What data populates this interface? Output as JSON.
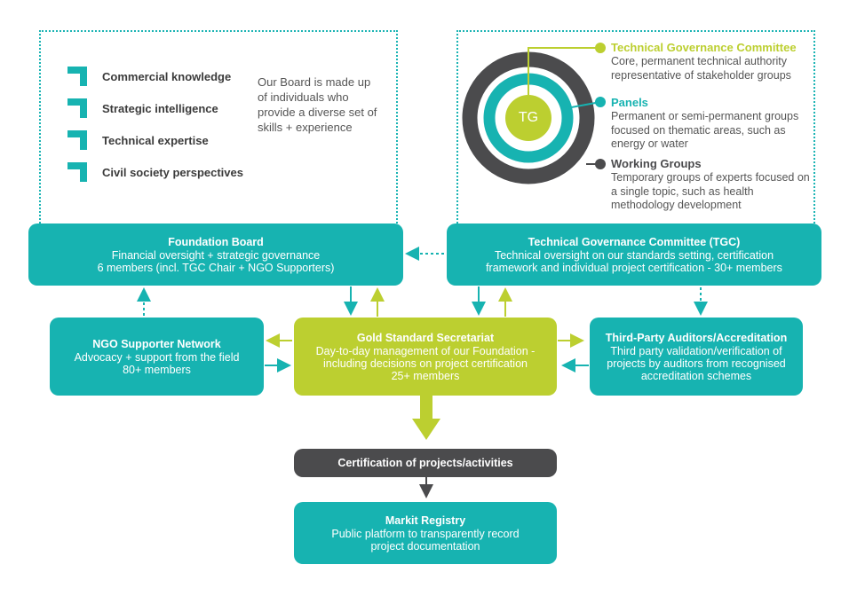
{
  "board_panel": {
    "skills": [
      {
        "label": "Commercial knowledge",
        "icon": "corner-bracket-icon"
      },
      {
        "label": "Strategic intelligence",
        "icon": "corner-bracket-icon"
      },
      {
        "label": "Technical expertise",
        "icon": "corner-bracket-icon"
      },
      {
        "label": "Civil society perspectives",
        "icon": "corner-bracket-icon"
      }
    ],
    "description": "Our Board is made up of individuals who provide a diverse set of skills + experience"
  },
  "tgc_panel": {
    "circle_label": "TG",
    "items": [
      {
        "title": "Technical Governance Committee",
        "desc": "Core, permanent technical authority representative of stakeholder groups",
        "color": "#bccf30"
      },
      {
        "title": "Panels",
        "desc": "Permanent or semi-permanent groups focused on thematic areas, such as energy or water",
        "color": "#17b3b1"
      },
      {
        "title": "Working Groups",
        "desc": "Temporary groups of experts focused on a single topic, such as health methodology development",
        "color": "#4b4b4d"
      }
    ]
  },
  "nodes": {
    "foundation_board": {
      "title": "Foundation Board",
      "lines": [
        "Financial oversight + strategic governance",
        "6 members (incl. TGC Chair + NGO Supporters)"
      ]
    },
    "tgc": {
      "title": "Technical Governance Committee (TGC)",
      "lines": [
        "Technical oversight on our standards setting, certification",
        "framework and individual project certification - 30+ members"
      ]
    },
    "ngo": {
      "title": "NGO Supporter Network",
      "lines": [
        "Advocacy + support from the field",
        "80+ members"
      ]
    },
    "secretariat": {
      "title": "Gold Standard Secretariat",
      "lines": [
        "Day-to-day management of our Foundation -",
        "including decisions on project certification",
        "25+ members"
      ]
    },
    "auditors": {
      "title": "Third-Party Auditors/Accreditation",
      "lines": [
        "Third party validation/verification of",
        "projects by auditors from recognised",
        "accreditation schemes"
      ]
    },
    "certification": {
      "title": "Certification of projects/activities"
    },
    "registry": {
      "title": "Markit Registry",
      "lines": [
        "Public platform to transparently record",
        "project documentation"
      ]
    }
  },
  "colors": {
    "teal": "#17b3b1",
    "lime": "#bccf30",
    "dark": "#4b4b4d"
  }
}
